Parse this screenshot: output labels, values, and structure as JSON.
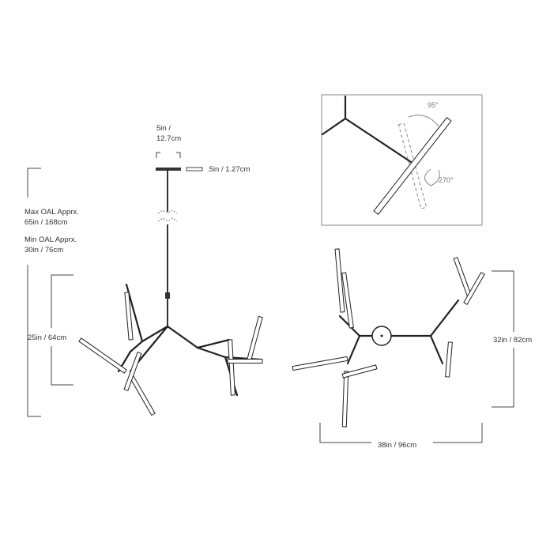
{
  "side_view": {
    "canopy_width": [
      "5in /",
      "12.7cm"
    ],
    "canopy_height": ".5in / 1.27cm",
    "max_oal": [
      "Max OAL Apprx.",
      "65in / 168cm"
    ],
    "min_oal": [
      "Min OAL Apprx.",
      "30in / 76cm"
    ],
    "body_height": "25in / 64cm"
  },
  "rotation_inset": {
    "angle_tilt": "95°",
    "angle_rotate": "270°"
  },
  "top_view": {
    "width": "38in / 96cm",
    "depth": "32in / 82cm"
  }
}
